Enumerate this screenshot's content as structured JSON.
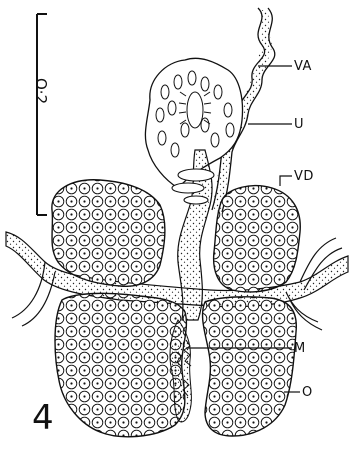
{
  "figure": {
    "number": "4",
    "scale_bar_label": "O·2",
    "labels": {
      "VA": "VA",
      "U": "U",
      "VD": "VD",
      "M": "M",
      "O": "O"
    },
    "ink_color": "#111111"
  }
}
